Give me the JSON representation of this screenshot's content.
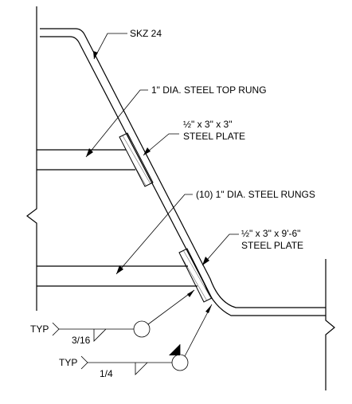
{
  "labels": {
    "skz": "SKZ 24",
    "top_rung": "1\" DIA. STEEL TOP RUNG",
    "top_plate_line1": "½\" x 3\" x 3\"",
    "top_plate_line2": "STEEL PLATE",
    "rungs": "(10) 1\" DIA. STEEL RUNGS",
    "bottom_plate_line1": "½\" x 3\" x 9'-6\"",
    "bottom_plate_line2": "STEEL PLATE"
  },
  "welds": [
    {
      "typ": "TYP",
      "size": "3/16"
    },
    {
      "typ": "TYP",
      "size": "1/4"
    }
  ]
}
